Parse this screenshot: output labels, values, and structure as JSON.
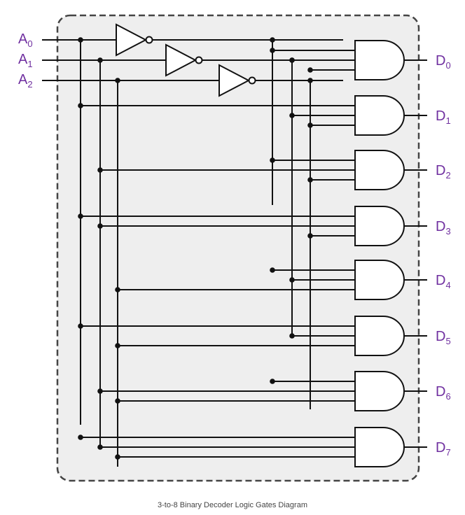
{
  "inputs": [
    {
      "letter": "A",
      "sub": "0"
    },
    {
      "letter": "A",
      "sub": "1"
    },
    {
      "letter": "A",
      "sub": "2"
    }
  ],
  "outputs": [
    {
      "letter": "D",
      "sub": "0"
    },
    {
      "letter": "D",
      "sub": "1"
    },
    {
      "letter": "D",
      "sub": "2"
    },
    {
      "letter": "D",
      "sub": "3"
    },
    {
      "letter": "D",
      "sub": "4"
    },
    {
      "letter": "D",
      "sub": "5"
    },
    {
      "letter": "D",
      "sub": "6"
    },
    {
      "letter": "D",
      "sub": "7"
    }
  ],
  "caption": "3-to-8 Binary Decoder Logic Gates Diagram",
  "colors": {
    "label": "#7030a0",
    "panel_fill": "#eeeeee",
    "panel_border": "#444444",
    "wire": "#111111",
    "gate_fill": "#ffffff"
  }
}
